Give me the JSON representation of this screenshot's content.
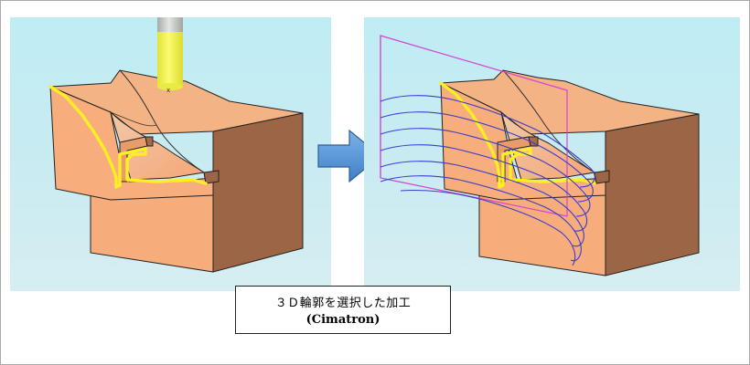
{
  "caption": {
    "line1": "３Ｄ輪郭を選択した加工",
    "line2": "(Cimatron)"
  },
  "tool_mark": "x",
  "colors": {
    "background_top": "#bfecf4",
    "background_bottom": "#d6eef2",
    "block_front": "#f7ae7c",
    "block_top": "#f4b384",
    "block_side": "#9c6546",
    "contour_highlight": "#ffee22",
    "tool_holder": "#c9ccc9",
    "tool_cutter": "#f2f24a",
    "toolpath": "#3c3ccc",
    "section_plane": "#d246d2",
    "arrow": "#5d97d8"
  }
}
